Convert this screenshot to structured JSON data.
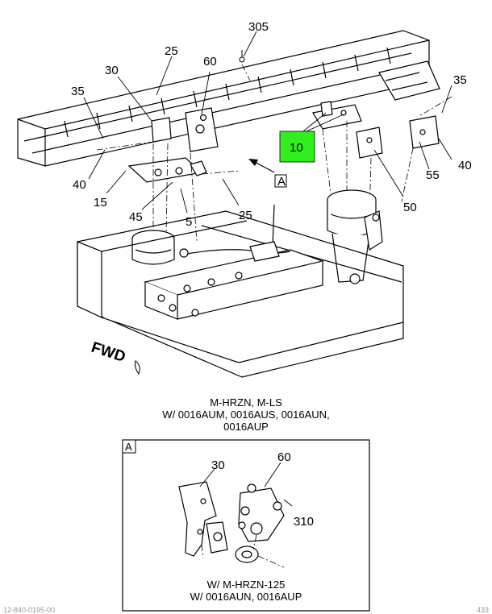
{
  "callouts": {
    "c305": "305",
    "c25_top": "25",
    "c30": "30",
    "c60": "60",
    "c35_left": "35",
    "c35_right": "35",
    "c10": "10",
    "c40_left": "40",
    "c40_right": "40",
    "c55": "55",
    "c15": "15",
    "c45": "45",
    "c5": "5",
    "c25_lower": "25",
    "c50": "50",
    "view_ref": "A"
  },
  "fwd_label": "FWD",
  "highlight_color": "#33ee1e",
  "caption": {
    "line1": "M-HRZN, M-LS",
    "line2": "W/ 0016AUM, 0016AUS, 0016AUN,",
    "line3": "0016AUP"
  },
  "detail": {
    "label": "A",
    "c30": "30",
    "c60": "60",
    "c310": "310",
    "caption_line1": "W/ M-HRZN-125",
    "caption_line2": "W/ 0016AUN, 0016AUP"
  },
  "footer": {
    "left": "12-840-0195-00",
    "right": "433"
  }
}
